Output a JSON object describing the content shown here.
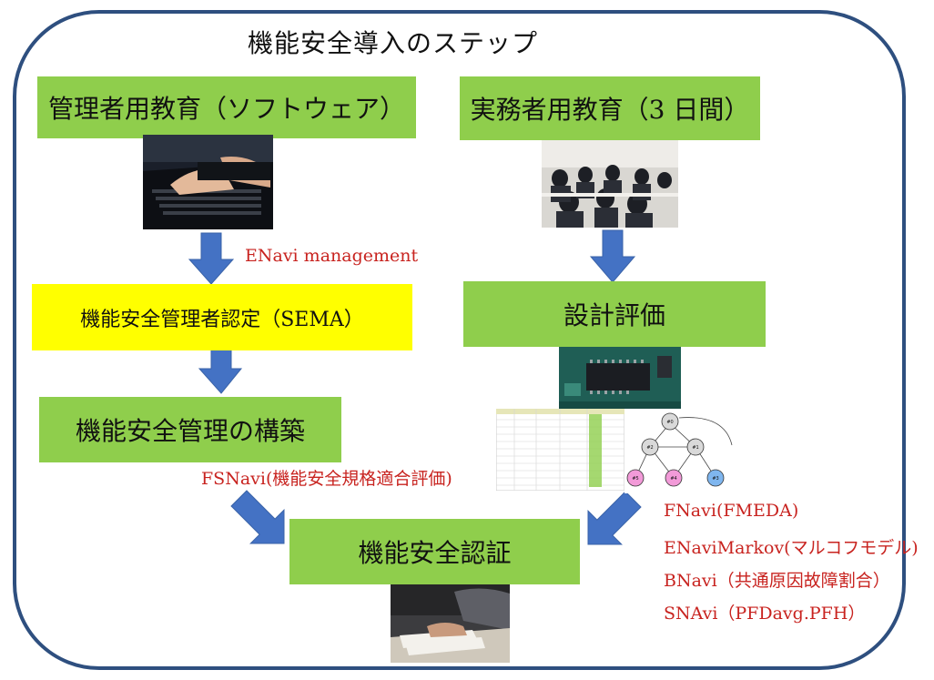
{
  "title": "機能安全導入のステップ",
  "boxes": {
    "manager_education": "管理者用教育（ソフトウェア）",
    "practitioner_education": "実務者用教育（3 日間）",
    "sema_certification": "機能安全管理者認定（SEMA）",
    "design_evaluation": "設計評価",
    "fs_management_build": "機能安全管理の構築",
    "fs_certification": "機能安全認証"
  },
  "tools": {
    "enavi_management": "ENavi management",
    "fsnavi": "FSNavi(機能安全規格適合評価)",
    "list": [
      "FNavi(FMEDA)",
      "ENaviMarkov(マルコフモデル)",
      "BNavi（共通原因故障割合）",
      "SNAvi（PFDavg.PFH）"
    ]
  },
  "diagram_nodes": [
    "#0",
    "#1",
    "#2",
    "#3",
    "#4",
    "#5"
  ],
  "colors": {
    "box_green": "#8fce4c",
    "box_yellow": "#ffff00",
    "arrow_blue": "#4472c4",
    "frame": "#2e4f7f",
    "tool_red": "#c8231f"
  }
}
